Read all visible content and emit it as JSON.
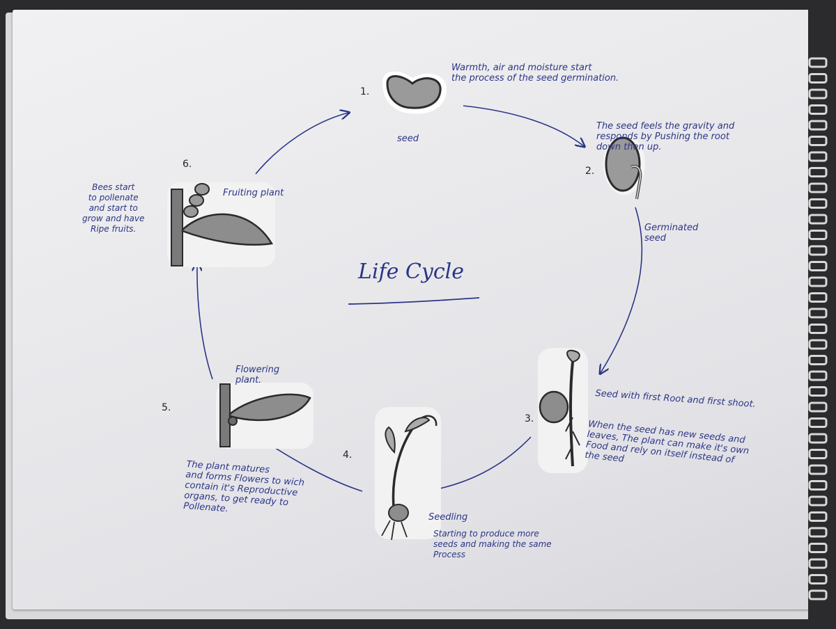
{
  "diagram": {
    "title": "Life Cycle",
    "stages": [
      {
        "number": "1.",
        "label": "seed",
        "note": "Warmth, air and moisture start\nthe process of the seed germination."
      },
      {
        "number": "2.",
        "label": "Germinated\nseed",
        "note": "The seed feels the gravity and\nresponds by Pushing the root\ndown then up."
      },
      {
        "number": "3.",
        "label": "Seed with first Root and first shoot.",
        "note": "When the seed has new seeds and\nleaves, The plant can make it's own\nFood and rely on itself instead of\nthe seed"
      },
      {
        "number": "4.",
        "label": "Seedling",
        "note": "Starting to produce more\nseeds and making the same\nProcess"
      },
      {
        "number": "5.",
        "label": "Flowering\nplant.",
        "note": "The plant matures\nand forms Flowers to wich\ncontain it's Reproductive\norgans, to get ready to\nPollenate."
      },
      {
        "number": "6.",
        "label": "Fruiting plant",
        "note": "Bees start\nto pollenate\nand start to\ngrow and have\nRipe fruits."
      }
    ]
  },
  "colors": {
    "ink": "#2b3585",
    "paper": "#ececef",
    "sticker_gray": "#8d8d8d"
  }
}
